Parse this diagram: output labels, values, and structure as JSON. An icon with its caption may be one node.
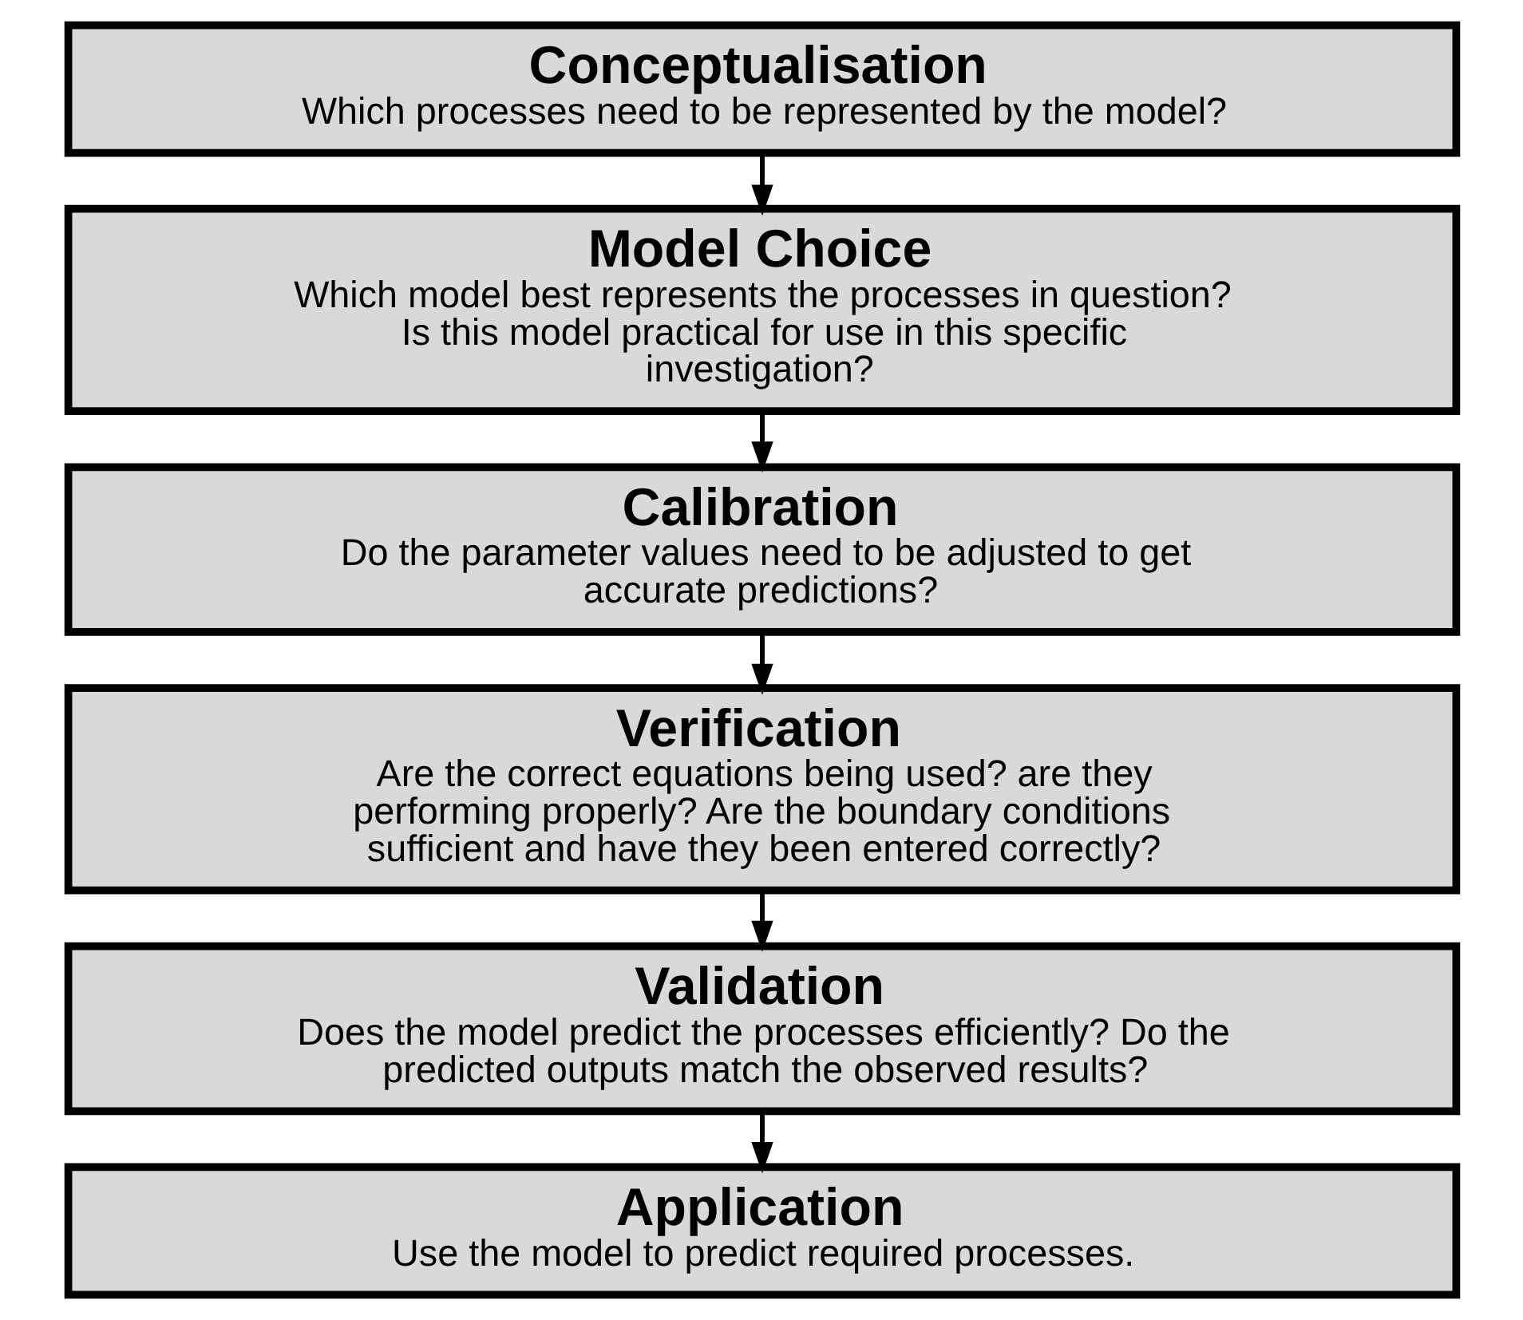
{
  "diagram": {
    "nodes": [
      {
        "text": [
          "Conceptualisation",
          "Which processes need to be represented by the model?"
        ]
      },
      {
        "text": [
          "Model Choice",
          "Which model best represents the processes in question? Is this model practical for use in this specific investigation?"
        ]
      },
      {
        "text": [
          "Calibration",
          "Do the parameter values need to be adjusted to get accurate predictions?"
        ]
      },
      {
        "text": [
          "Verification",
          "Are the correct equations being used? are they performing properly? Are the boundary conditions sufficient and have they been entered correctly?"
        ]
      },
      {
        "text": [
          "Validation",
          "Does the model predict the processes efficiently? Do the predicted outputs match the observed results?"
        ]
      },
      {
        "text": [
          "Application",
          "Use the model to predict required processes."
        ]
      }
    ],
    "edges": [
      {
        "from": 0,
        "to": 1,
        "arrow": "to"
      },
      {
        "from": 1,
        "to": 2,
        "arrow": "to"
      },
      {
        "from": 2,
        "to": 3,
        "arrow": "to"
      },
      {
        "from": 3,
        "to": 4,
        "arrow": "to"
      },
      {
        "from": 4,
        "to": 5,
        "arrow": "to"
      }
    ]
  }
}
